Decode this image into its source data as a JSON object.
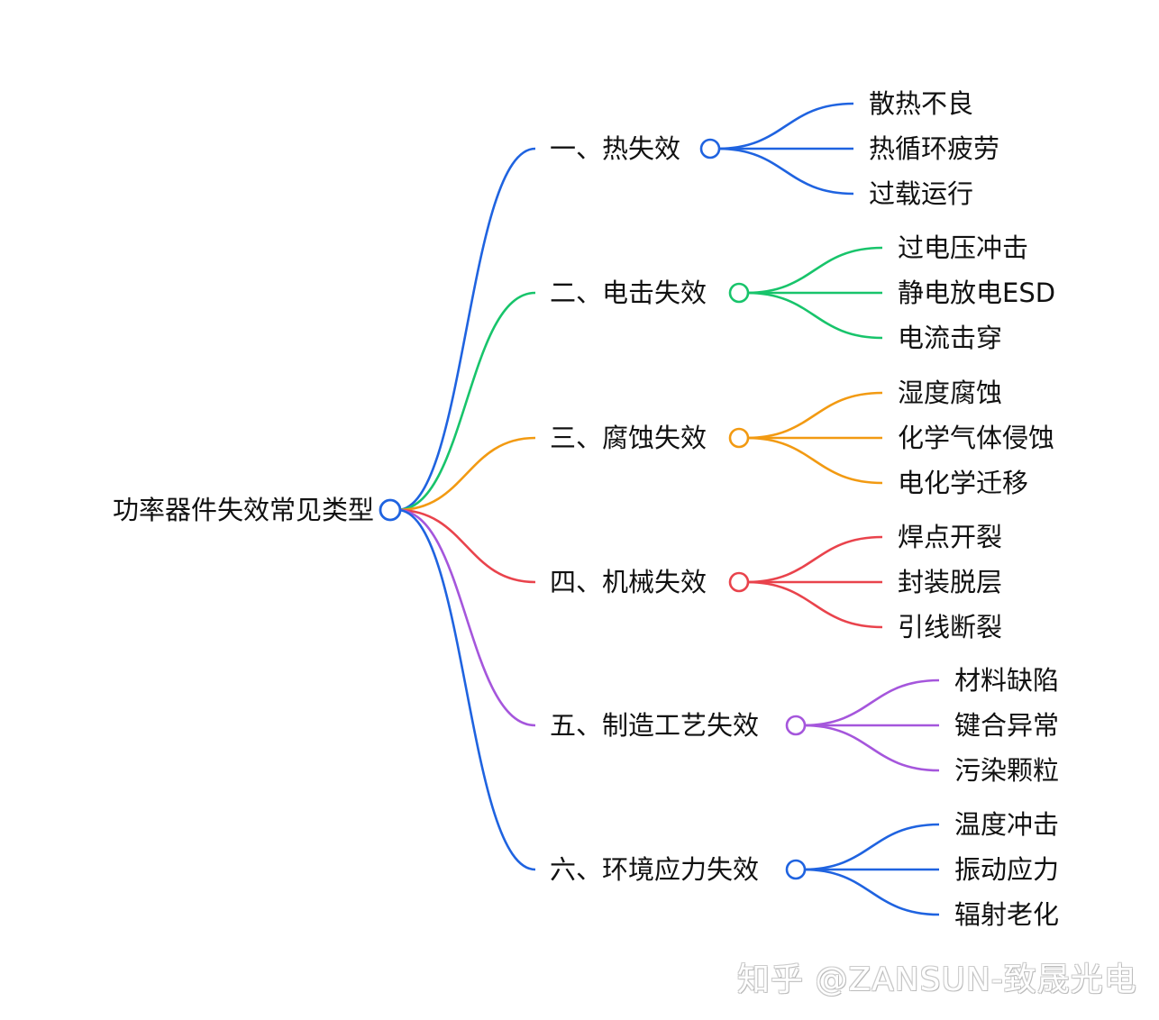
{
  "root": {
    "label": "功率器件失效常见类型",
    "color": "#1f63e0"
  },
  "branches": [
    {
      "label": "一、热失效",
      "color": "#1f63e0",
      "leaves": [
        "散热不良",
        "热循环疲劳",
        "过载运行"
      ]
    },
    {
      "label": "二、电击失效",
      "color": "#18c46b",
      "leaves": [
        "过电压冲击",
        "静电放电ESD",
        "电流击穿"
      ]
    },
    {
      "label": "三、腐蚀失效",
      "color": "#f29a12",
      "leaves": [
        "湿度腐蚀",
        "化学气体侵蚀",
        "电化学迁移"
      ]
    },
    {
      "label": "四、机械失效",
      "color": "#e9434c",
      "leaves": [
        "焊点开裂",
        "封装脱层",
        "引线断裂"
      ]
    },
    {
      "label": "五、制造工艺失效",
      "color": "#a556dc",
      "leaves": [
        "材料缺陷",
        "键合异常",
        "污染颗粒"
      ]
    },
    {
      "label": "六、环境应力失效",
      "color": "#1f63e0",
      "leaves": [
        "温度冲击",
        "振动应力",
        "辐射老化"
      ]
    }
  ],
  "watermark": "知乎 @ZANSUN-致晟光电"
}
